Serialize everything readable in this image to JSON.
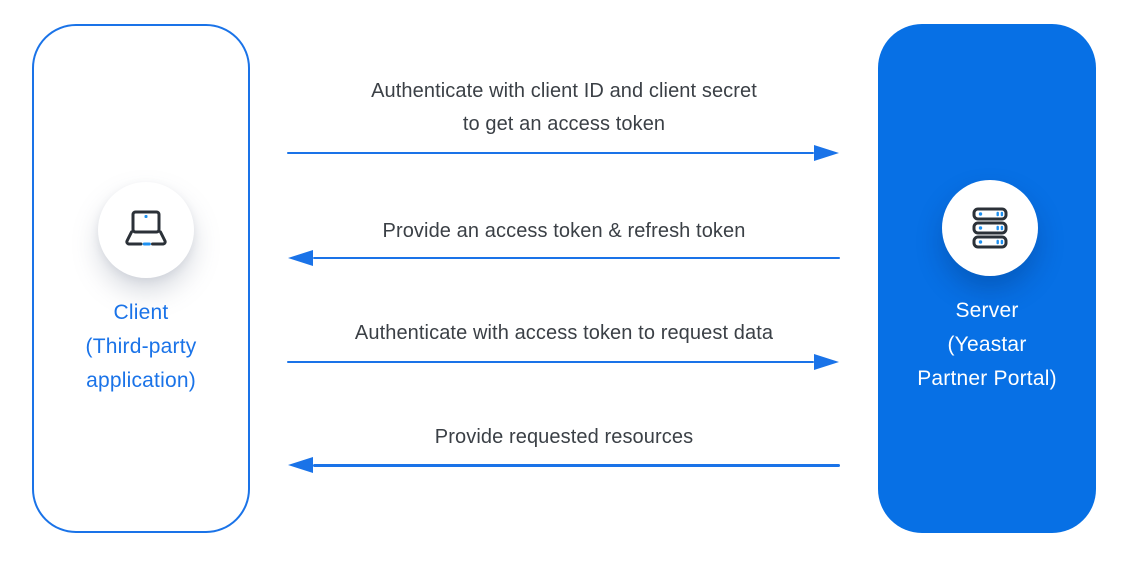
{
  "entities": {
    "client": {
      "lines": [
        "Client",
        "(Third-party",
        "application)"
      ],
      "icon": "laptop-icon"
    },
    "server": {
      "lines": [
        "Server",
        "(Yeastar",
        "Partner Portal)"
      ],
      "icon": "server-icon"
    }
  },
  "messages": [
    {
      "direction": "right",
      "lines": [
        "Authenticate with client ID and client secret",
        "to get an access token"
      ]
    },
    {
      "direction": "left",
      "lines": [
        "Provide an access token & refresh token"
      ]
    },
    {
      "direction": "right",
      "lines": [
        "Authenticate with access token to request data"
      ]
    },
    {
      "direction": "left",
      "lines": [
        "Provide requested resources"
      ]
    }
  ],
  "colors": {
    "server_card_fill": "#0770E5",
    "accent_blue": "#1A73E8",
    "label_text": "#3B4046",
    "icon_stroke": "#2B3138",
    "icon_accent": "#1E90F0",
    "background": "#FFFFFF"
  }
}
